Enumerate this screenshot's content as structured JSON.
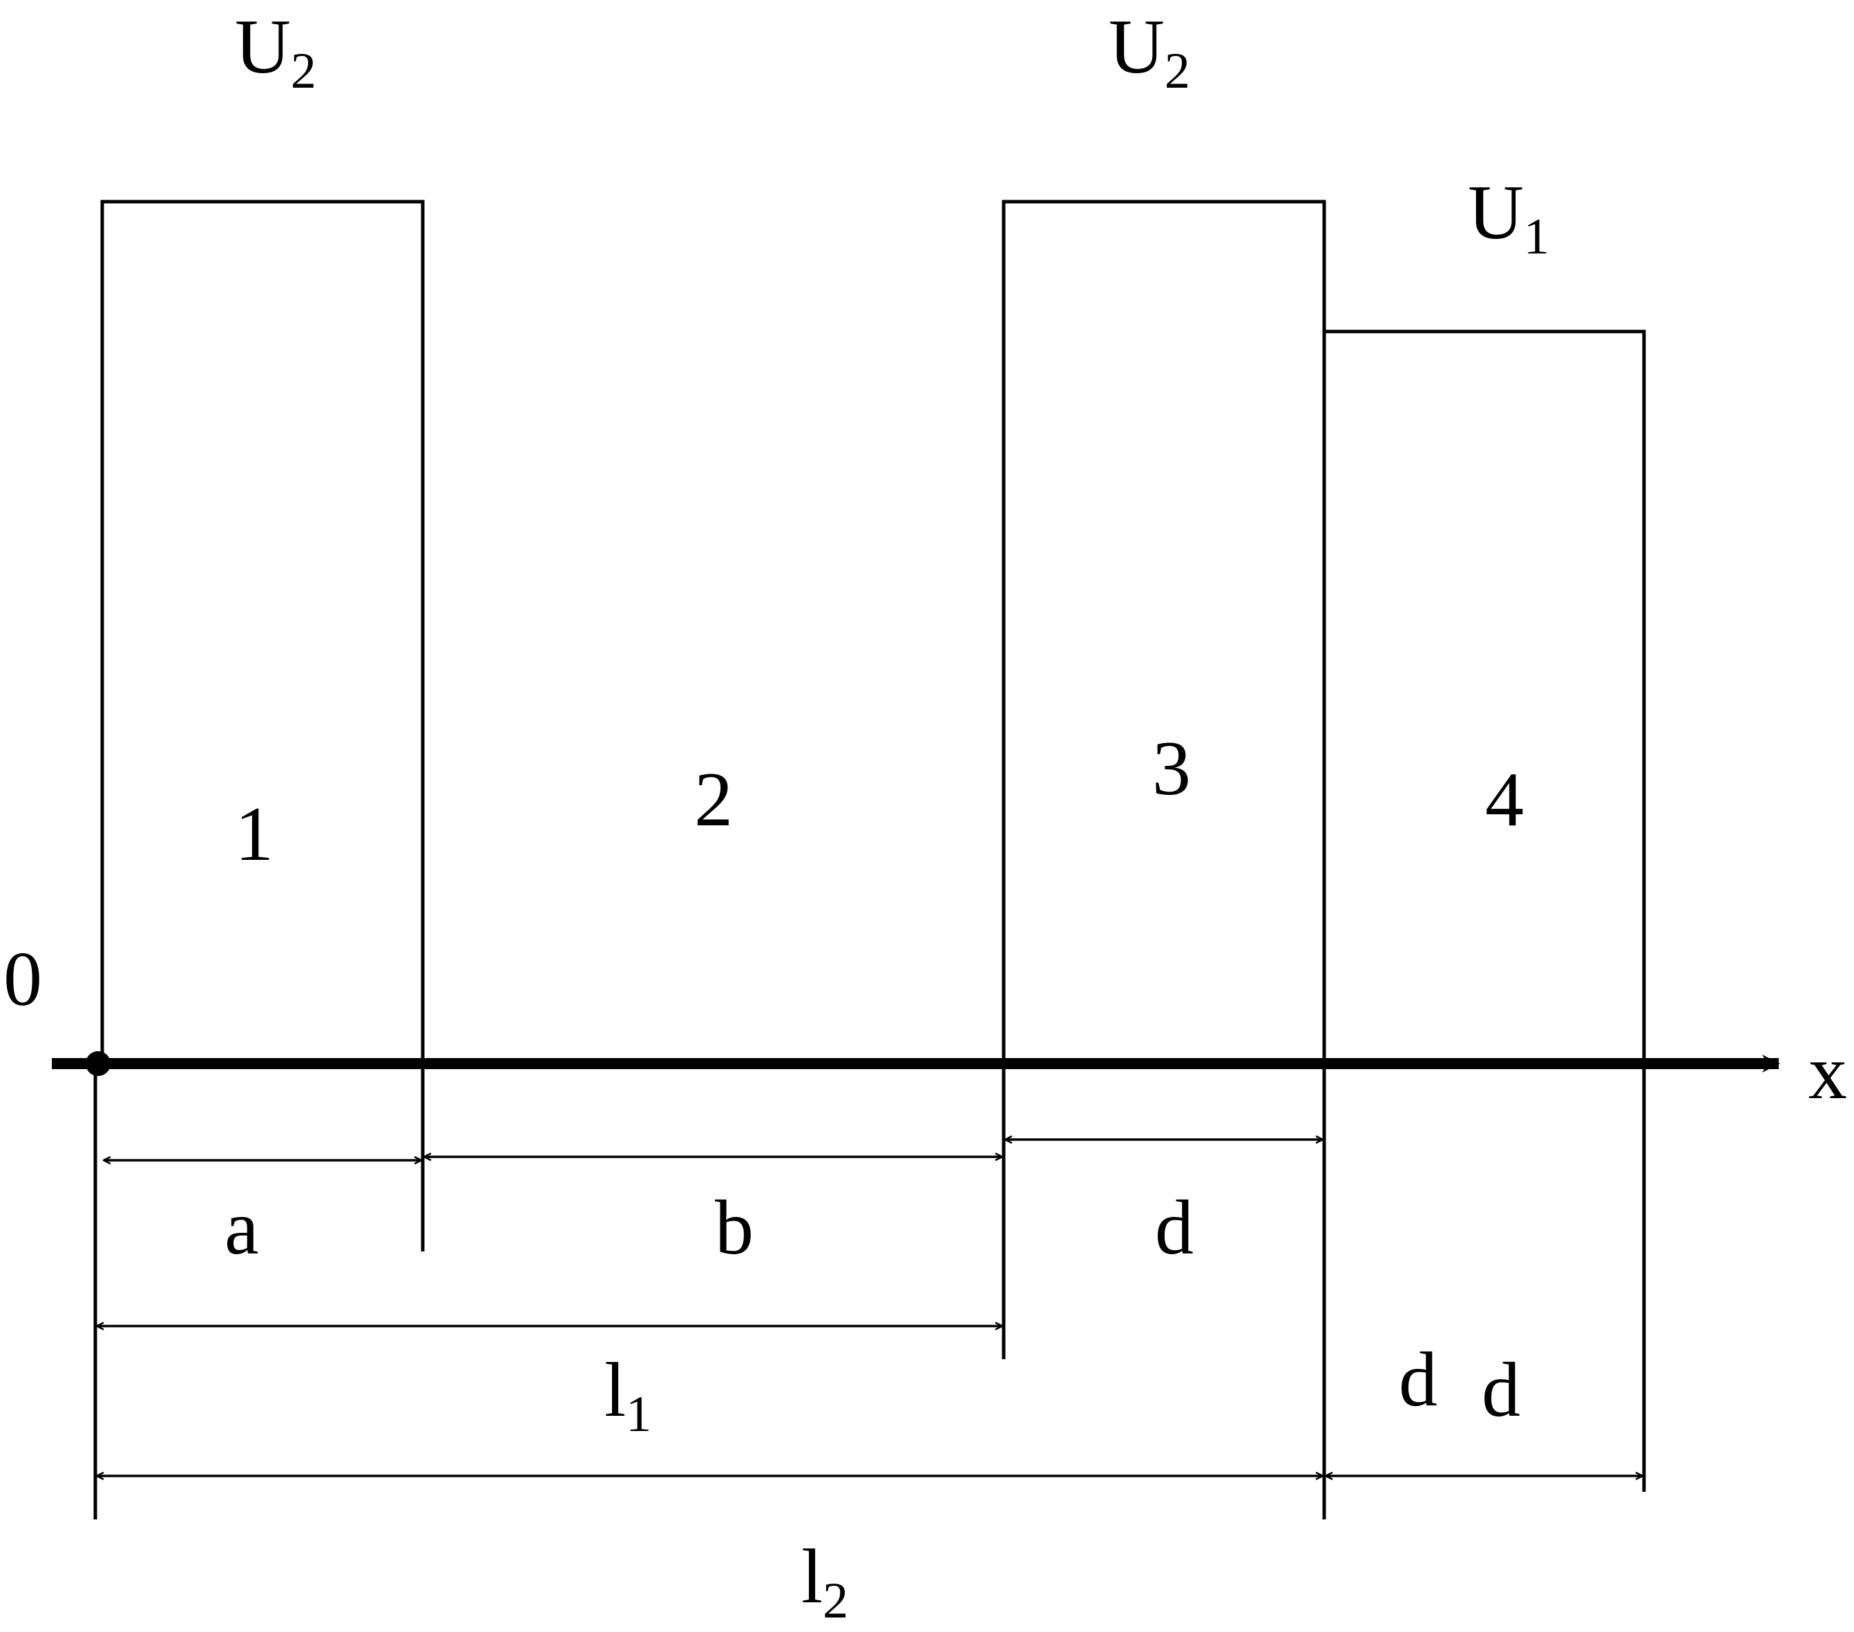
{
  "labels": {
    "u2_left": {
      "main": "U",
      "sub": "2"
    },
    "u2_right": {
      "main": "U",
      "sub": "2"
    },
    "u1": {
      "main": "U",
      "sub": "1"
    },
    "region_1": "1",
    "region_2": "2",
    "region_3": "3",
    "region_4": "4",
    "origin": "0",
    "axis_x": "x",
    "dim_a": "a",
    "dim_b": "b",
    "dim_d_top": "d",
    "dim_d_low": "d",
    "dim_d_low2": "d",
    "dim_l1": {
      "main": "l",
      "sub": "1"
    },
    "dim_l2": {
      "main": "l",
      "sub": "2"
    }
  },
  "colors": {
    "line": "#000000",
    "background": "#ffffff"
  }
}
